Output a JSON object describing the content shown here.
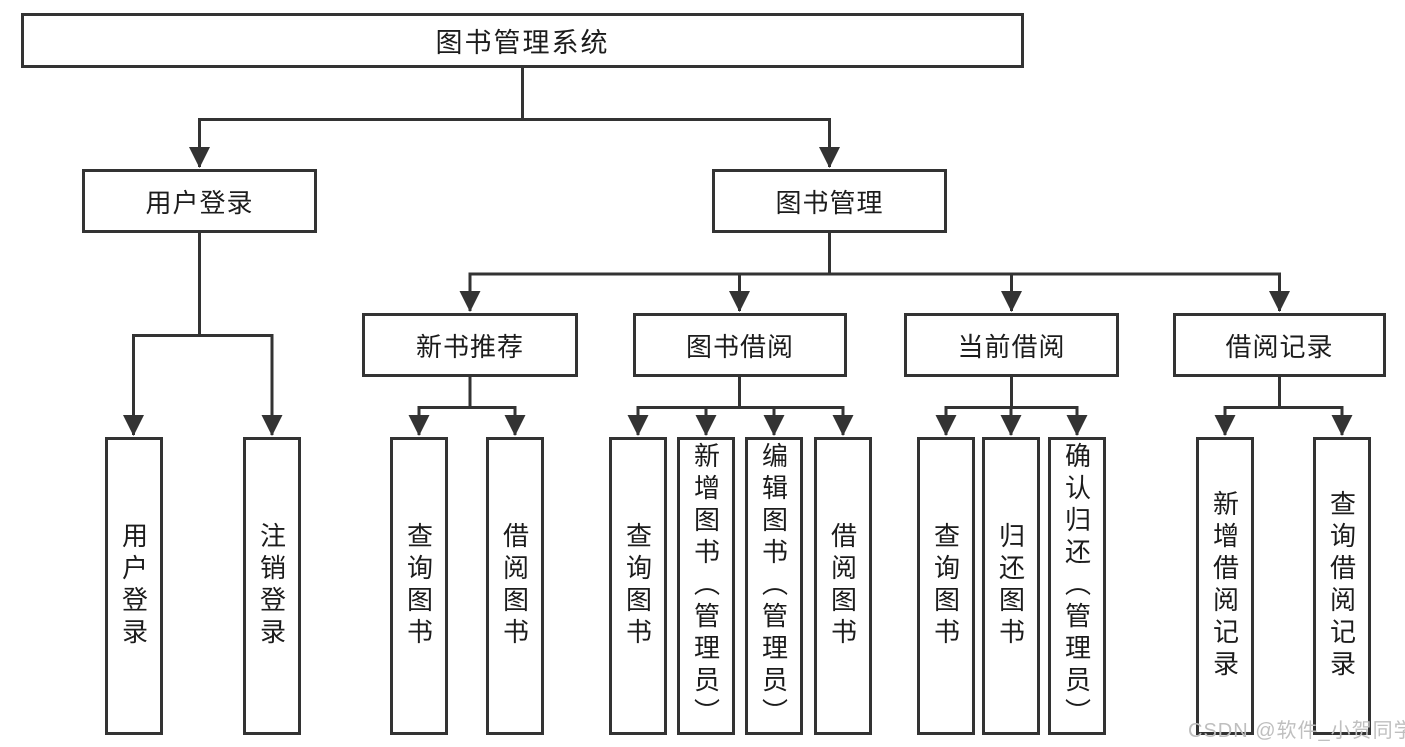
{
  "colors": {
    "line": "#333333",
    "text": "#1c1c1c",
    "background": "#ffffff",
    "watermark": "#bfbfbf"
  },
  "watermark": {
    "text": "CSDN @软件_小贺同学"
  },
  "tree": {
    "root": "图书管理系统",
    "children": [
      {
        "label": "用户登录",
        "children": [
          "用户登录",
          "注销登录"
        ]
      },
      {
        "label": "图书管理",
        "children": [
          {
            "label": "新书推荐",
            "children": [
              "查询图书",
              "借阅图书"
            ]
          },
          {
            "label": "图书借阅",
            "children": [
              "查询图书",
              "新增图书（管理员）",
              "编辑图书（管理员）",
              "借阅图书"
            ]
          },
          {
            "label": "当前借阅",
            "children": [
              "查询图书",
              "归还图书",
              "确认归还（管理员）"
            ]
          },
          {
            "label": "借阅记录",
            "children": [
              "新增借阅记录",
              "查询借阅记录"
            ]
          }
        ]
      }
    ]
  }
}
